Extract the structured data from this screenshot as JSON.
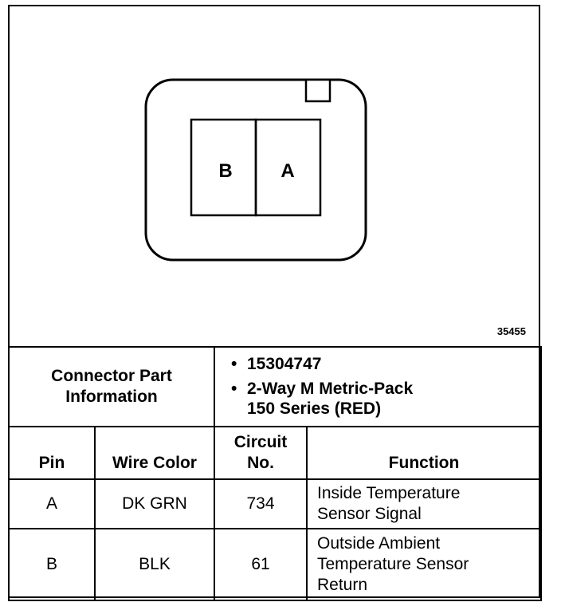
{
  "diagram": {
    "figure_number": "35455",
    "pins": [
      {
        "label": "B"
      },
      {
        "label": "A"
      }
    ]
  },
  "connector": {
    "part_label": "Connector Part Information",
    "part_label_line1": "Connector Part",
    "part_label_line2": "Information",
    "part_info": [
      {
        "bullet": "•",
        "text": "15304747"
      },
      {
        "bullet": "•",
        "text_line1": "2-Way M Metric-Pack",
        "text_line2": "150 Series (RED)"
      }
    ]
  },
  "table": {
    "headers": {
      "pin": "Pin",
      "wire_color": "Wire Color",
      "circuit_line1": "Circuit",
      "circuit_line2": "No.",
      "function": "Function"
    },
    "rows": [
      {
        "pin": "A",
        "wire_color": "DK GRN",
        "circuit": "734",
        "function_lines": [
          "Inside Temperature",
          "Sensor Signal"
        ]
      },
      {
        "pin": "B",
        "wire_color": "BLK",
        "circuit": "61",
        "function_lines": [
          "Outside Ambient",
          "Temperature Sensor",
          "Return"
        ]
      }
    ]
  }
}
